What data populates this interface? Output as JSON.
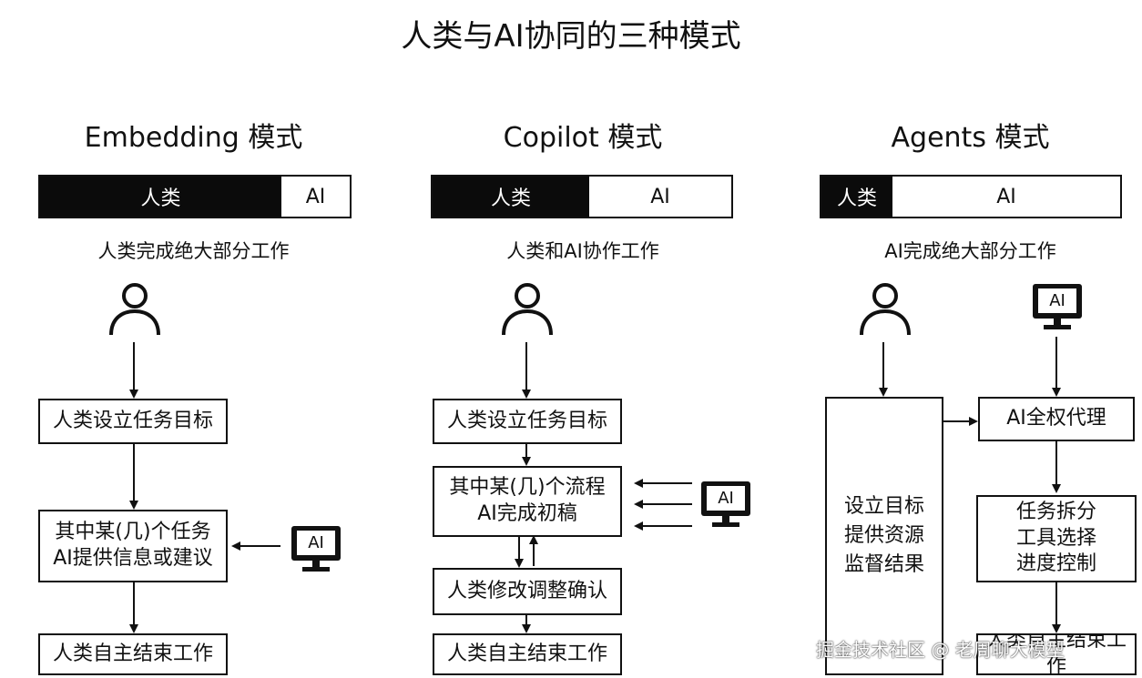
{
  "title": "人类与AI协同的三种模式",
  "modes": [
    {
      "name": "Embedding 模式",
      "bar": {
        "human": "人类",
        "ai": "AI"
      },
      "description": "人类完成绝大部分工作",
      "steps": [
        "人类设立任务目标",
        "其中某(几)个任务",
        "AI提供信息或建议",
        "人类自主结束工作"
      ],
      "computer_label": "AI"
    },
    {
      "name": "Copilot 模式",
      "bar": {
        "human": "人类",
        "ai": "AI"
      },
      "description": "人类和AI协作工作",
      "steps": [
        "人类设立任务目标",
        "其中某(几)个流程",
        "AI完成初稿",
        "人类修改调整确认",
        "人类自主结束工作"
      ],
      "computer_label": "AI"
    },
    {
      "name": "Agents 模式",
      "bar": {
        "human": "人类",
        "ai": "AI"
      },
      "description": "AI完成绝大部分工作",
      "human_box": [
        "设立目标",
        "提供资源",
        "监督结果"
      ],
      "steps": [
        "AI全权代理",
        "任务拆分",
        "工具选择",
        "进度控制",
        "人类自主结束工作"
      ],
      "computer_label": "AI"
    }
  ],
  "watermark": "掘金技术社区 @ 老周聊大模型"
}
